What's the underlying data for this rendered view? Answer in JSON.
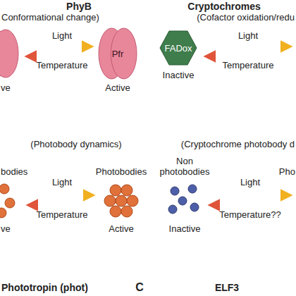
{
  "diagram": {
    "nodes": [
      {
        "text": [
          "Pfr"
        ]
      },
      {
        "text": [
          "FADox"
        ]
      }
    ],
    "labels": [
      "PhyB",
      "Conformational change)",
      "Cryptochromes",
      "(Cofactor oxidation/redu",
      "Light",
      "Light",
      "ve",
      "Temperature",
      "Temperature",
      "Active",
      "Inactive",
      "(Photobody dynamics)",
      "(Cryptochrome photobody d",
      "bodies",
      "Photobodies",
      "Non photobodies",
      "Pho",
      "Light",
      "Light",
      "Temperature",
      "Temperature??",
      "ve",
      "Active",
      "Inactive",
      "Phototropin (phot)",
      "C",
      "ELF3"
    ]
  }
}
